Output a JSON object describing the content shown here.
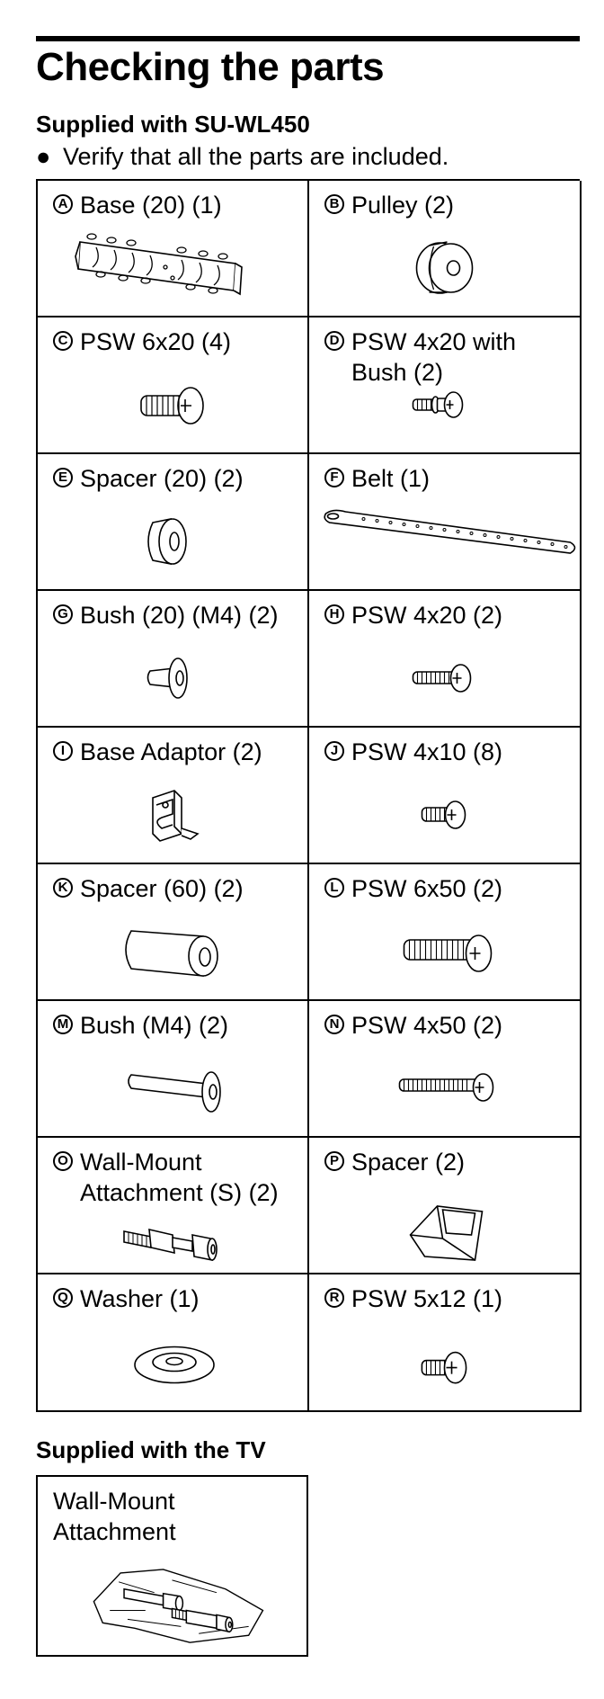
{
  "title": "Checking the parts",
  "supplied_section": {
    "heading": "Supplied with SU-WL450",
    "bullet_symbol": "●",
    "bullet_text": "Verify that all the parts are included."
  },
  "parts": [
    {
      "letter": "A",
      "name": "Base (20) (1)",
      "icon": "base-bracket-icon"
    },
    {
      "letter": "B",
      "name": "Pulley (2)",
      "icon": "pulley-icon"
    },
    {
      "letter": "C",
      "name": "PSW 6x20 (4)",
      "icon": "screw-icon"
    },
    {
      "letter": "D",
      "name": "PSW 4x20 with\nBush (2)",
      "icon": "screw-with-bush-icon"
    },
    {
      "letter": "E",
      "name": "Spacer (20) (2)",
      "icon": "spacer-icon"
    },
    {
      "letter": "F",
      "name": "Belt (1)",
      "icon": "belt-icon"
    },
    {
      "letter": "G",
      "name": "Bush (20) (M4) (2)",
      "icon": "bush-icon"
    },
    {
      "letter": "H",
      "name": "PSW 4x20 (2)",
      "icon": "screw-icon"
    },
    {
      "letter": "I",
      "name": "Base Adaptor (2)",
      "icon": "base-adaptor-icon"
    },
    {
      "letter": "J",
      "name": "PSW 4x10 (8)",
      "icon": "screw-icon"
    },
    {
      "letter": "K",
      "name": "Spacer (60) (2)",
      "icon": "long-spacer-icon"
    },
    {
      "letter": "L",
      "name": "PSW 6x50 (2)",
      "icon": "screw-icon"
    },
    {
      "letter": "M",
      "name": "Bush (M4) (2)",
      "icon": "long-bush-icon"
    },
    {
      "letter": "N",
      "name": "PSW 4x50 (2)",
      "icon": "screw-icon"
    },
    {
      "letter": "O",
      "name": "Wall-Mount\nAttachment (S) (2)",
      "icon": "wall-mount-attachment-icon"
    },
    {
      "letter": "P",
      "name": "Spacer (2)",
      "icon": "square-spacer-icon"
    },
    {
      "letter": "Q",
      "name": "Washer (1)",
      "icon": "washer-icon"
    },
    {
      "letter": "R",
      "name": "PSW 5x12 (1)",
      "icon": "screw-icon"
    }
  ],
  "tv_section": {
    "heading": "Supplied with the TV",
    "item_name": "Wall-Mount\nAttachment",
    "icon": "wall-mount-attachment-bag-icon"
  }
}
